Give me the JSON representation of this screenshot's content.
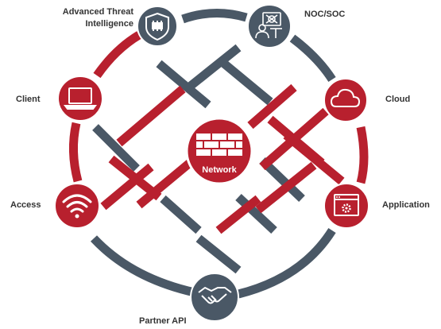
{
  "center": {
    "label": "Network",
    "icon": "firewall-icon"
  },
  "nodes": [
    {
      "id": "threat",
      "line1": "Advanced Threat",
      "line2": "Intelligence",
      "icon": "shield-chip-icon",
      "color": "#4a5866"
    },
    {
      "id": "noc",
      "label": "NOC/SOC",
      "icon": "operator-monitor-icon",
      "color": "#4a5866"
    },
    {
      "id": "client",
      "label": "Client",
      "icon": "laptop-icon",
      "color": "#b8202e"
    },
    {
      "id": "cloud",
      "label": "Cloud",
      "icon": "cloud-icon",
      "color": "#b8202e"
    },
    {
      "id": "access",
      "label": "Access",
      "icon": "wifi-icon",
      "color": "#b8202e"
    },
    {
      "id": "application",
      "label": "Application",
      "icon": "app-window-gear-icon",
      "color": "#b8202e"
    },
    {
      "id": "partner",
      "label": "Partner API",
      "icon": "handshake-icon",
      "color": "#4a5866"
    }
  ],
  "colors": {
    "red": "#b8202e",
    "slate": "#4a5866",
    "label": "#333333"
  }
}
